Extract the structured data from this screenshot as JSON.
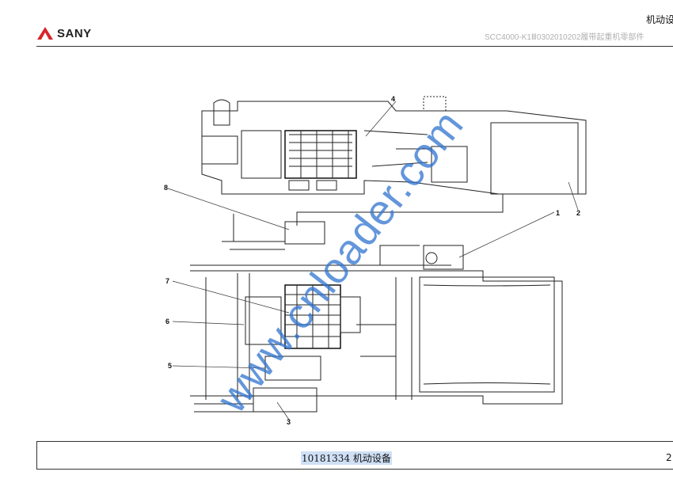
{
  "header": {
    "brand": "SANY",
    "title": "机动设",
    "subtitle": "SCC4000-K1Ⅲ0302010202履带起重机零部件",
    "brand_color": "#d6262b"
  },
  "drawing": {
    "callouts": [
      "1",
      "2",
      "3",
      "4",
      "5",
      "6",
      "7",
      "8"
    ]
  },
  "watermark": "www.cnloader.com",
  "footer": {
    "caption": "10181334 机动设备",
    "page": "2"
  }
}
